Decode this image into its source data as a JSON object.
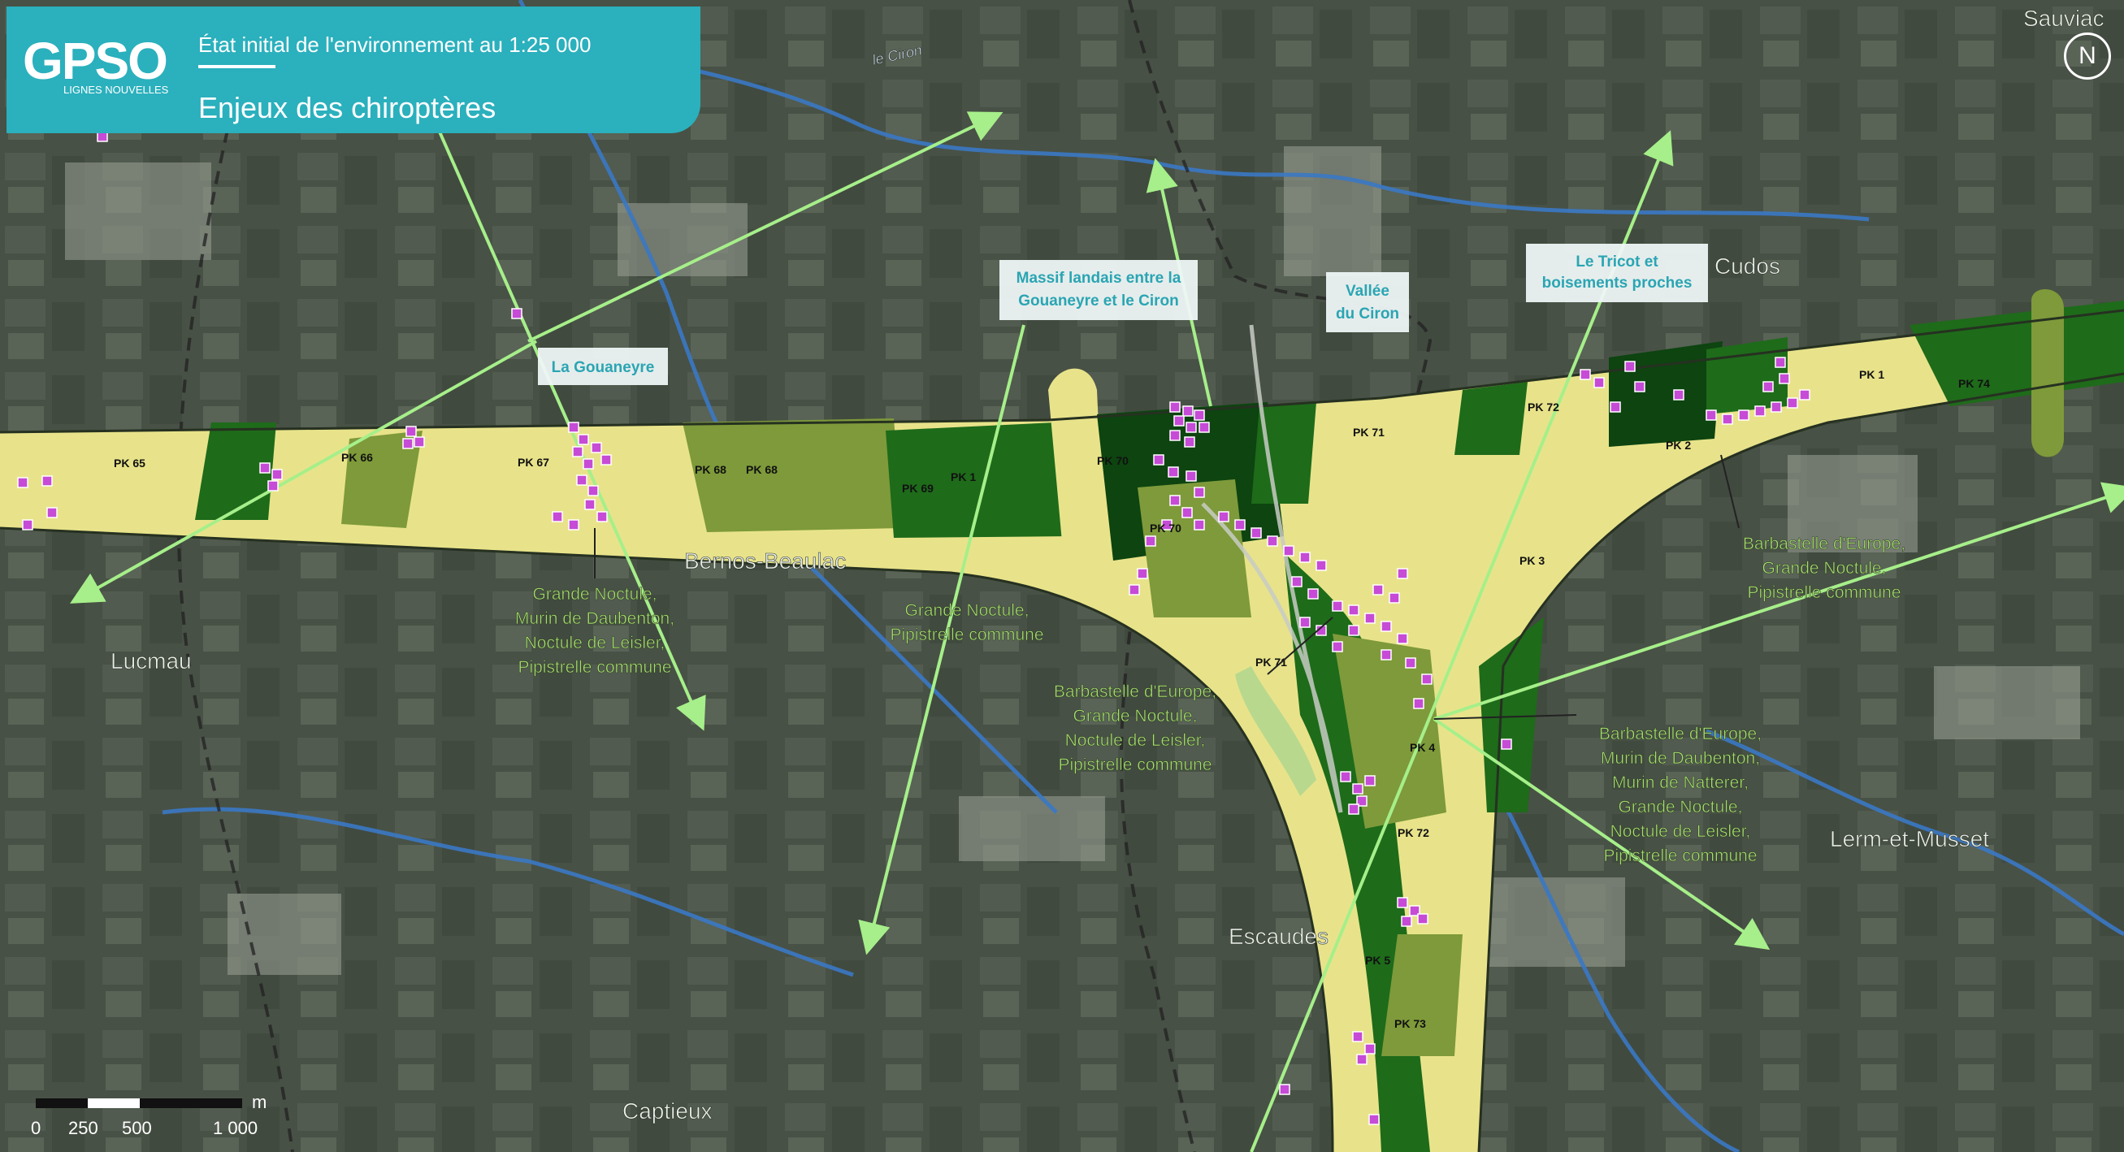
{
  "header": {
    "logo": "GPSO",
    "logo_sub": "LIGNES NOUVELLES",
    "subtitle": "État initial de l'environnement au 1:25 000",
    "title": "Enjeux des chiroptères"
  },
  "north_label": "N",
  "places": {
    "sauviac": "Sauviac",
    "cudos": "Cudos",
    "bernos": "Bernos-Beaulac",
    "lucmau": "Lucmau",
    "escaudes": "Escaudes",
    "lerm": "Lerm-et-Musset",
    "captieux": "Captieux",
    "ciron": "le Ciron"
  },
  "callouts": {
    "gouaneyre": "La Gouaneyre",
    "massif_1": "Massif landais entre la",
    "massif_2": "Gouaneyre et le Ciron",
    "vallee_1": "Vallée",
    "vallee_2": "du Ciron",
    "tricot_1": "Le Tricot et",
    "tricot_2": "boisements proches"
  },
  "species_labels": {
    "g1": [
      "Grande Noctule,",
      "Murin de Daubenton,",
      "Noctule de Leisler,",
      "Pipistrelle commune"
    ],
    "g2": [
      "Grande Noctule,",
      "Pipistrelle commune"
    ],
    "g3": [
      "Barbastelle d'Europe,",
      "Grande Noctule,",
      "Noctule de Leisler,",
      "Pipistrelle commune"
    ],
    "g4": [
      "Barbastelle d'Europe,",
      "Grande Noctule,",
      "Pipistrelle commune"
    ],
    "g5": [
      "Barbastelle d'Europe,",
      "Murin de Daubenton,",
      "Murin de Natterer,",
      "Grande Noctule,",
      "Noctule de Leisler,",
      "Pipistrelle commune"
    ]
  },
  "pk_labels": {
    "pk65": "PK 65",
    "pk66": "PK 66",
    "pk67": "PK 67",
    "pk68a": "PK 68",
    "pk68b": "PK 68",
    "pk69": "PK 69",
    "pk69b": "PK 1",
    "pk70a": "PK 70",
    "pk70b": "PK 70",
    "pk71a": "PK 71",
    "pk71b": "PK 71",
    "pk72a": "PK 72",
    "pk72b": "PK 72",
    "pk73": "PK 73",
    "pk74": "PK 74",
    "pkn1": "PK 1",
    "pkn2": "PK 2",
    "pkn3": "PK 3",
    "pkn4": "PK 4",
    "pkn5": "PK 5"
  },
  "scale": {
    "unit": "m",
    "t0": "0",
    "t1": "250",
    "t2": "500",
    "t3": "1 000"
  },
  "colors": {
    "corridor_light": "#e8e38a",
    "corridor_mid": "#7e9a3a",
    "corridor_dark": "#1e6b1a",
    "corridor_darkest": "#0d4410",
    "points": "#c64bd6",
    "arrows": "#a6ef8a",
    "callout_text": "#2aa5b3",
    "species_text": "#a7de6f",
    "header": "#2bb0bd",
    "water": "#3a78c4"
  }
}
